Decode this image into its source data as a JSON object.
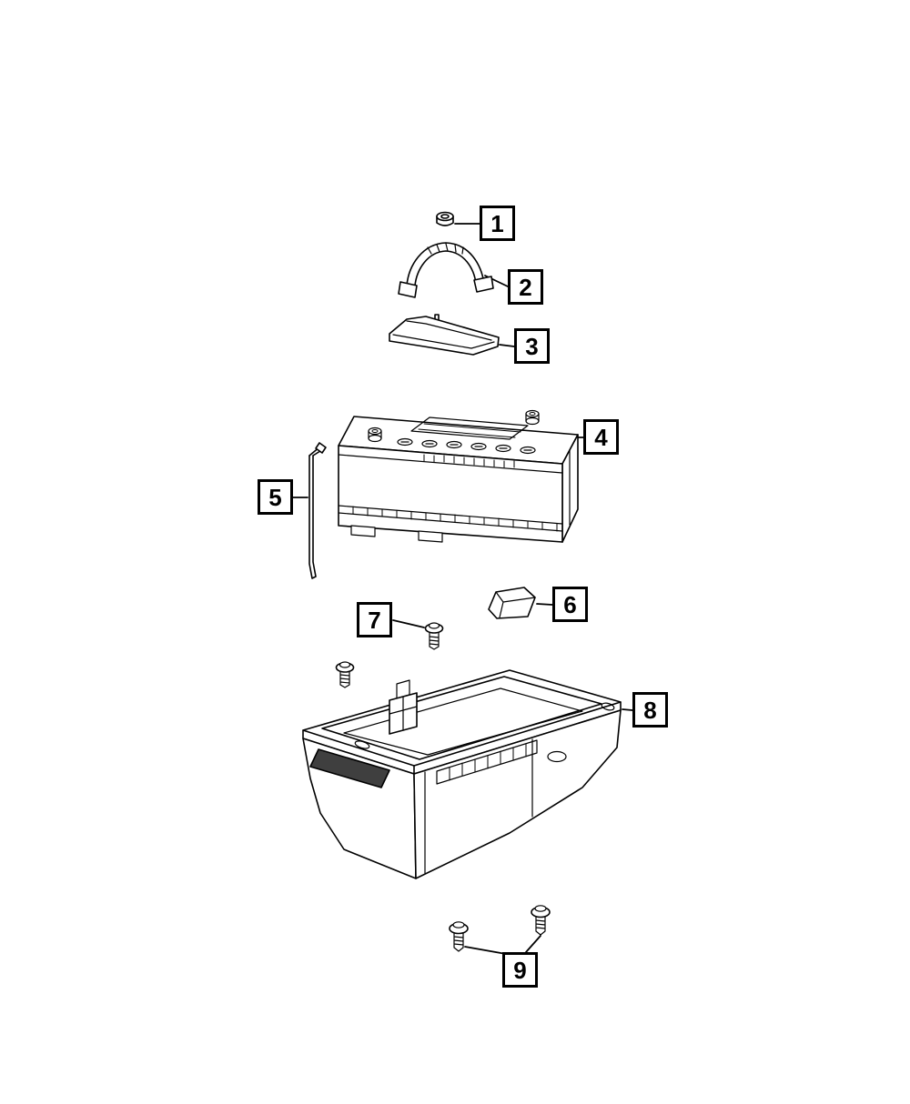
{
  "colors": {
    "background": "#ffffff",
    "line": "#000000",
    "callout_border": "#000000",
    "grip_pad": "#3f3f3f"
  },
  "callouts": [
    {
      "number": "1"
    },
    {
      "number": "2"
    },
    {
      "number": "3"
    },
    {
      "number": "4"
    },
    {
      "number": "5"
    },
    {
      "number": "6"
    },
    {
      "number": "7"
    },
    {
      "number": "8"
    },
    {
      "number": "9"
    }
  ]
}
